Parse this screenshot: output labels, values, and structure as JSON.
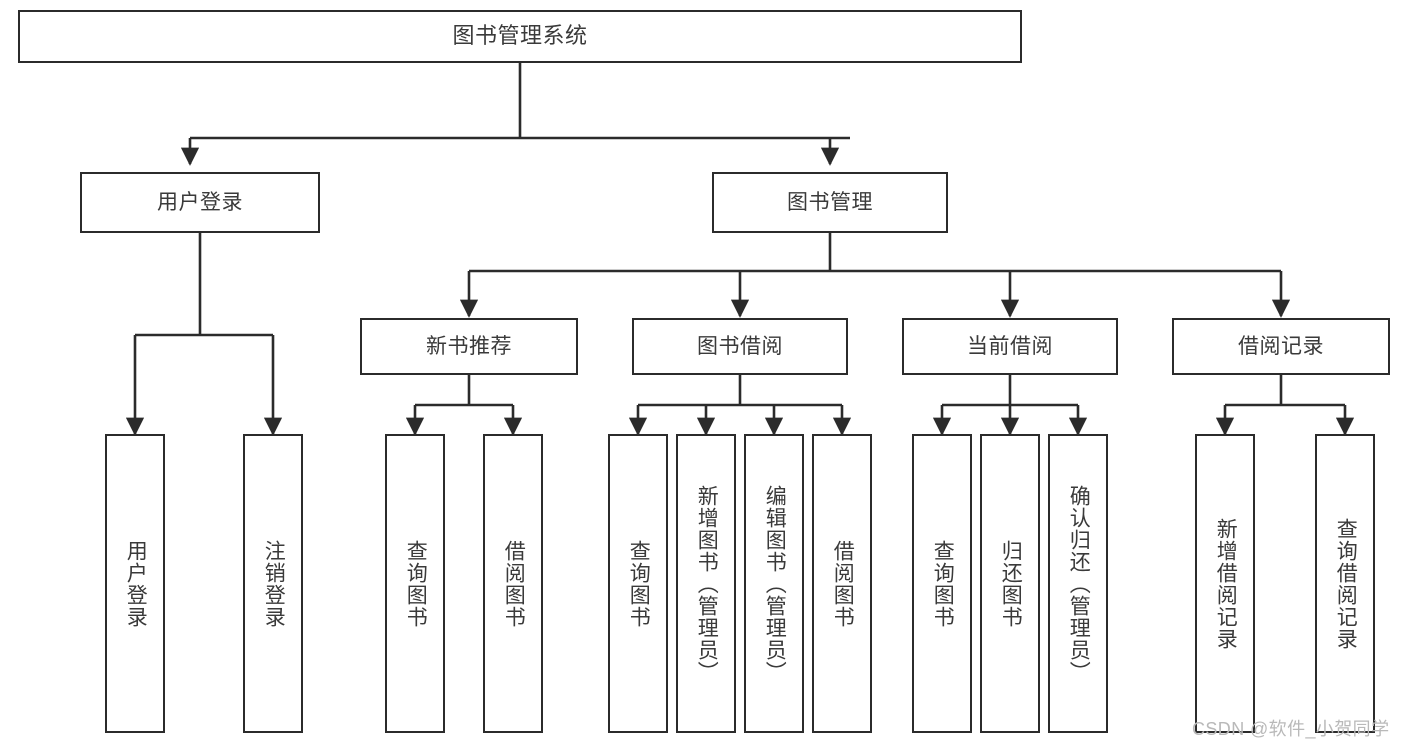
{
  "diagram": {
    "title": "图书管理系统",
    "type": "hierarchy-tree",
    "colors": {
      "stroke": "#2b2b2b",
      "text": "#3a3a3a",
      "background": "#ffffff",
      "watermark": "#b9b9b9"
    },
    "levels": {
      "root": {
        "label": "图书管理系统"
      },
      "level1": [
        {
          "label": "用户登录"
        },
        {
          "label": "图书管理"
        }
      ],
      "level2": [
        {
          "label": "新书推荐"
        },
        {
          "label": "图书借阅"
        },
        {
          "label": "当前借阅"
        },
        {
          "label": "借阅记录"
        }
      ]
    },
    "leaves": {
      "user_login": [
        {
          "label": "用户登录"
        },
        {
          "label": "注销登录"
        }
      ],
      "new_book_recommend": [
        {
          "label": "查询图书"
        },
        {
          "label": "借阅图书"
        }
      ],
      "book_borrow": [
        {
          "label": "查询图书"
        },
        {
          "label": "新增图书（管理员）"
        },
        {
          "label": "编辑图书（管理员）"
        },
        {
          "label": "借阅图书"
        }
      ],
      "current_borrow": [
        {
          "label": "查询图书"
        },
        {
          "label": "归还图书"
        },
        {
          "label": "确认归还（管理员）"
        }
      ],
      "borrow_record": [
        {
          "label": "新增借阅记录"
        },
        {
          "label": "查询借阅记录"
        }
      ]
    },
    "watermark": "CSDN @软件_小贺同学"
  }
}
